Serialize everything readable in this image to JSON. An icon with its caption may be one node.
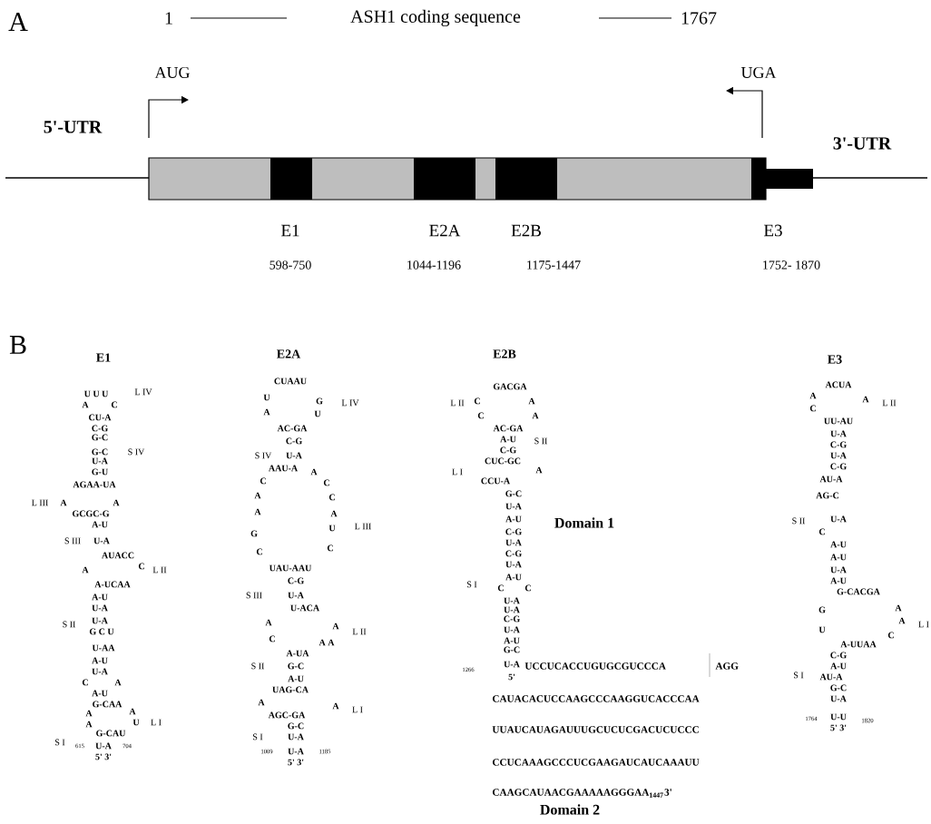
{
  "diagram": {
    "labels": [
      "A",
      "1",
      "ASH1 coding sequence",
      "1767",
      "AUG",
      "UGA",
      "5'-UTR",
      "3'-UTR",
      "E1",
      "E2A",
      "E2B",
      "E3",
      "598-750",
      "1044-1196",
      "1175-1447",
      "1752- 1870",
      "B",
      "E1",
      "U U U",
      "L IV",
      "A",
      "C",
      "CU-A",
      "C-G",
      "G-C",
      "G-C",
      "S IV",
      "U-A",
      "G-U",
      "AGAA-UA",
      "L III",
      "A",
      "A",
      "GCGC-G",
      "A-U",
      "S III",
      "U-A",
      "AUACC",
      "A",
      "C",
      "L II",
      "A-UCAA",
      "A-U",
      "U-A",
      "S II",
      "U-A",
      "G C U",
      "U-AA",
      "A-U",
      "U-A",
      "C",
      "A",
      "A-U",
      "G-CAA",
      "A",
      "A",
      "A",
      "U",
      "L I",
      "G-CAU",
      "S I",
      "615",
      "U-A",
      "704",
      "5' 3'",
      "E2A",
      "CUAAU",
      "U",
      "G",
      "L IV",
      "A",
      "U",
      "AC-GA",
      "C-G",
      "S IV",
      "U-A",
      "AAU-A",
      "A",
      "C",
      "C",
      "A",
      "C",
      "A",
      "A",
      "L III",
      "G",
      "U",
      "C",
      "C",
      "UAU-AAU",
      "C-G",
      "S III",
      "U-A",
      "U-ACA",
      "A",
      "A",
      "L II",
      "C",
      "A A",
      "A-UA",
      "S II",
      "G-C",
      "A-U",
      "UAG-CA",
      "A",
      "A",
      "L I",
      "AGC-GA",
      "G-C",
      "S I",
      "U-A",
      "1009",
      "U-A",
      "1185",
      "5' 3'",
      "E2B",
      "GACGA",
      "L II",
      "C",
      "A",
      "C",
      "A",
      "AC-GA",
      "A-U",
      "S II",
      "C-G",
      "L I",
      "CUC-GC",
      "A",
      "CCU-A",
      "G-C",
      "U-A",
      "A-U",
      "Domain 1",
      "C-G",
      "U-A",
      "C-G",
      "U-A",
      "S I",
      "A-U",
      "C",
      "C",
      "U-A",
      "U-A",
      "C-G",
      "U-A",
      "A-U",
      "G-C",
      "1266",
      "U-A",
      "UCCUCACCUGUGCGUCCCA",
      "AGG",
      "5'",
      "CAUACACUCCAAGCCCAAGGUCACCCAA",
      "UUAUCAUAGAUUUGCUCUCGACUCUCCC",
      "CCUCAAAGCCCUCGAAGAUCAUCAAAUU",
      "CAAGCAUAACGAAAAAGGGAA$_{1447}$3'",
      "Domain 2",
      "E3",
      "ACUA",
      "A",
      "A",
      "C",
      "UU-AU",
      "L II",
      "U-A",
      "C-G",
      "U-A",
      "C-G",
      "AU-A",
      "AG-C",
      "S II",
      "U-A",
      "C",
      "A-U",
      "A-U",
      "U-A",
      "A-U",
      "G-CACGA",
      "G",
      "A",
      "U",
      "A",
      "L I",
      "C",
      "A-UUAA",
      "C-G",
      "A-U",
      "S I",
      "AU-A",
      "G-C",
      "U-A",
      "1764",
      "U-U",
      "1820",
      "5' 3'"
    ]
  }
}
